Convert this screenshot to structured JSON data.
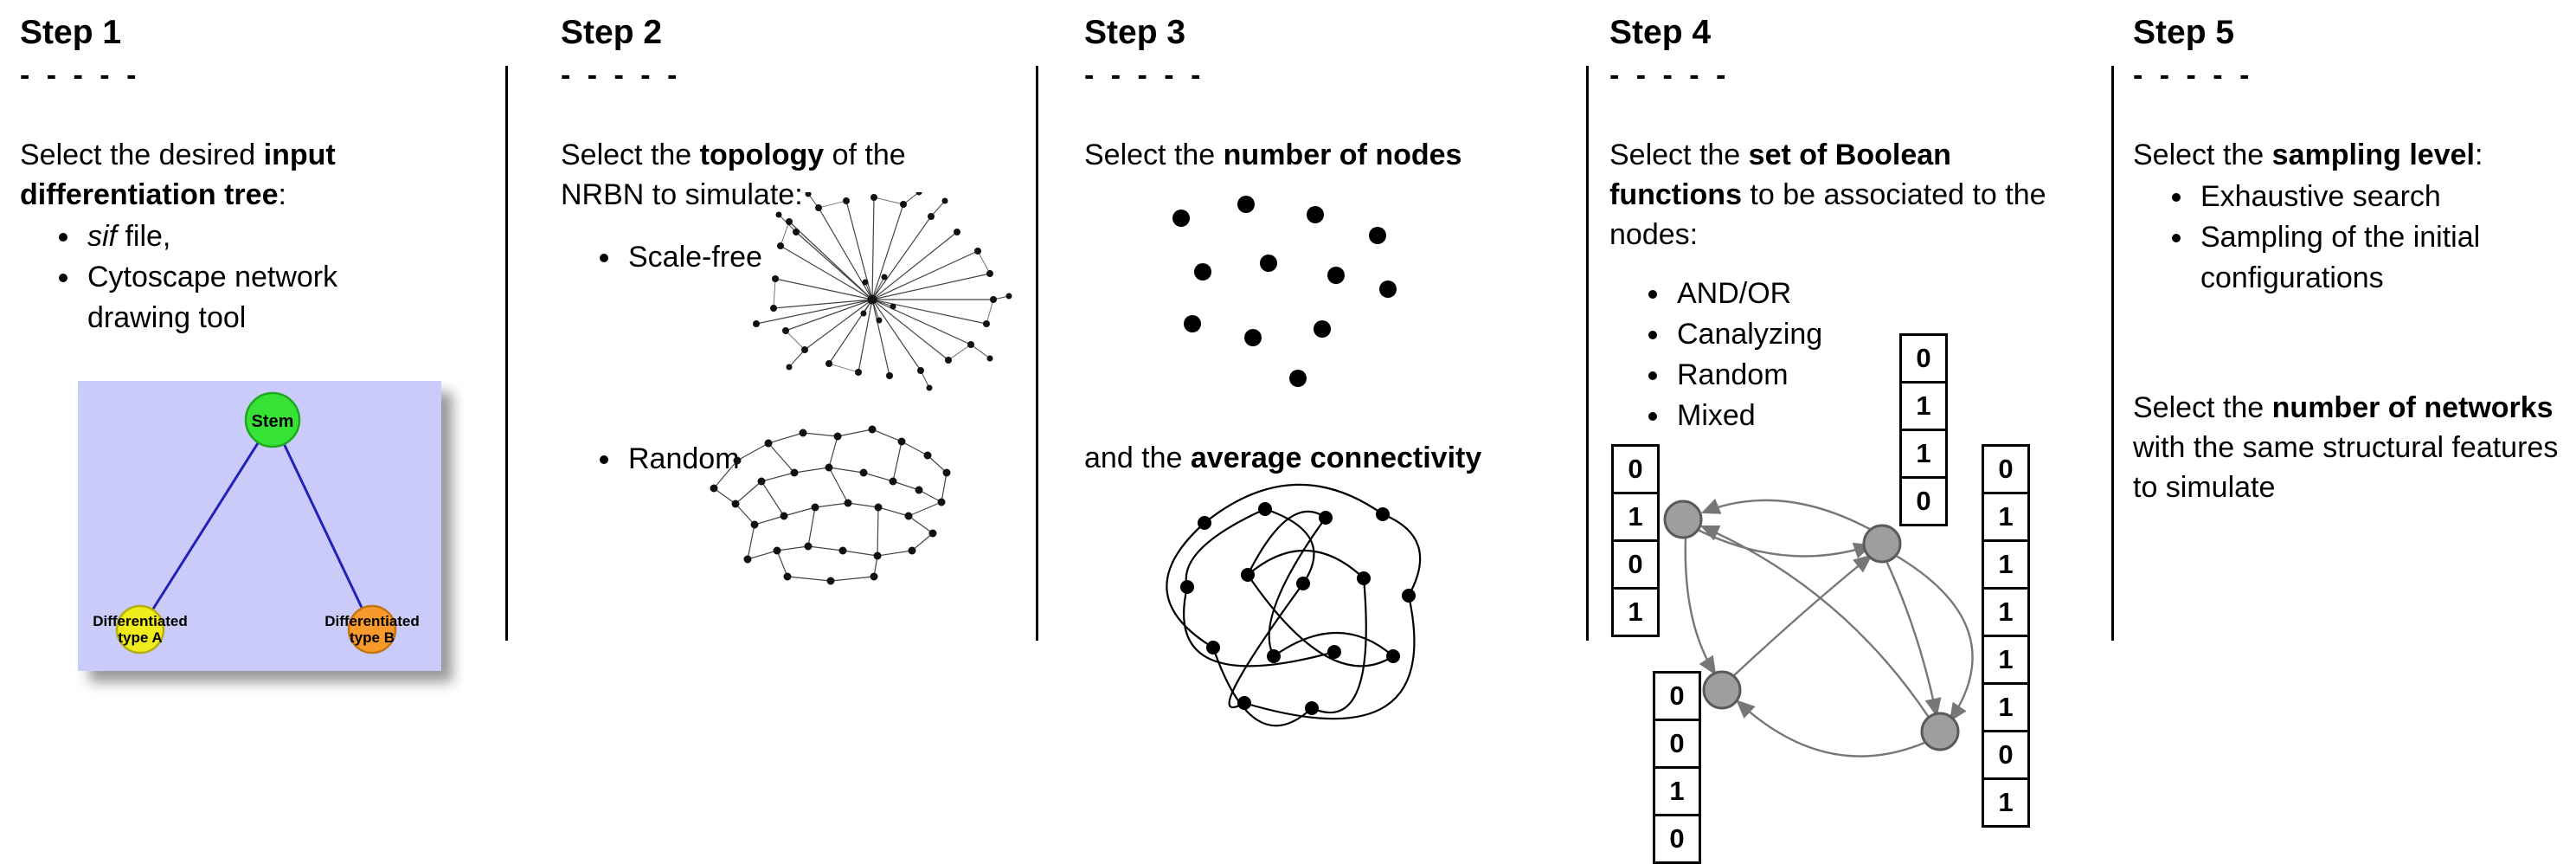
{
  "figure": {
    "columns": [
      {
        "title": "Step 1",
        "dashes": "- - - - -",
        "intro": [
          {
            "t": "Select the desired "
          },
          {
            "t": "input differentiation tree",
            "b": true
          },
          {
            "t": ":"
          }
        ],
        "bullets": [
          [
            {
              "t": "sif",
              "i": true
            },
            {
              "t": " file,"
            }
          ],
          [
            {
              "t": "Cytoscape network drawing tool"
            }
          ]
        ],
        "tree": {
          "stem": "Stem",
          "node_a": [
            "Differentiated",
            "type A"
          ],
          "node_b": [
            "Differentiated",
            "type B"
          ],
          "colors": {
            "background": "#cbcbfa",
            "stem": "#36e236",
            "stem_stroke": "#1fa81f",
            "node_a": "#f0ec1c",
            "node_a_stroke": "#b3af12",
            "node_b": "#f79a2b",
            "node_b_stroke": "#c27611",
            "edge": "#2222bb"
          }
        }
      },
      {
        "title": "Step 2",
        "dashes": "- - - - -",
        "intro": [
          {
            "t": "Select the "
          },
          {
            "t": "topology",
            "b": true
          },
          {
            "t": " of the NRBN to simulate:"
          }
        ],
        "bullets": [
          [
            {
              "t": "Scale-free"
            }
          ],
          [
            {
              "t": "Random"
            }
          ]
        ]
      },
      {
        "title": "Step 3",
        "dashes": "- - - - -",
        "intro": [
          {
            "t": "Select the "
          },
          {
            "t": "number of nodes",
            "b": true
          }
        ],
        "second": [
          {
            "t": "and the "
          },
          {
            "t": "average connectivity",
            "b": true
          }
        ]
      },
      {
        "title": "Step 4",
        "dashes": "- - - - -",
        "intro": [
          {
            "t": "Select the "
          },
          {
            "t": "set of Boolean functions",
            "b": true
          },
          {
            "t": " to be associated to the nodes:"
          }
        ],
        "bullets": [
          [
            {
              "t": "AND/OR"
            }
          ],
          [
            {
              "t": "Canalyzing"
            }
          ],
          [
            {
              "t": "Random"
            }
          ],
          [
            {
              "t": "Mixed"
            }
          ]
        ],
        "tables": {
          "left": [
            "0",
            "1",
            "0",
            "1"
          ],
          "top": [
            "0",
            "1",
            "1",
            "0"
          ],
          "bottom": [
            "0",
            "0",
            "1",
            "0"
          ],
          "right": [
            "0",
            "1",
            "1",
            "1",
            "1",
            "1",
            "0",
            "1"
          ]
        }
      },
      {
        "title": "Step 5",
        "dashes": "- - - - -",
        "intro": [
          {
            "t": "Select the "
          },
          {
            "t": "sampling level",
            "b": true
          },
          {
            "t": ":"
          }
        ],
        "bullets": [
          [
            {
              "t": "Exhaustive search"
            }
          ],
          [
            {
              "t": "Sampling of the initial configurations"
            }
          ]
        ],
        "second": [
          {
            "t": "Select the "
          },
          {
            "t": "number of networks",
            "b": true
          },
          {
            "t": " with the same structural features to simulate"
          }
        ]
      }
    ]
  }
}
